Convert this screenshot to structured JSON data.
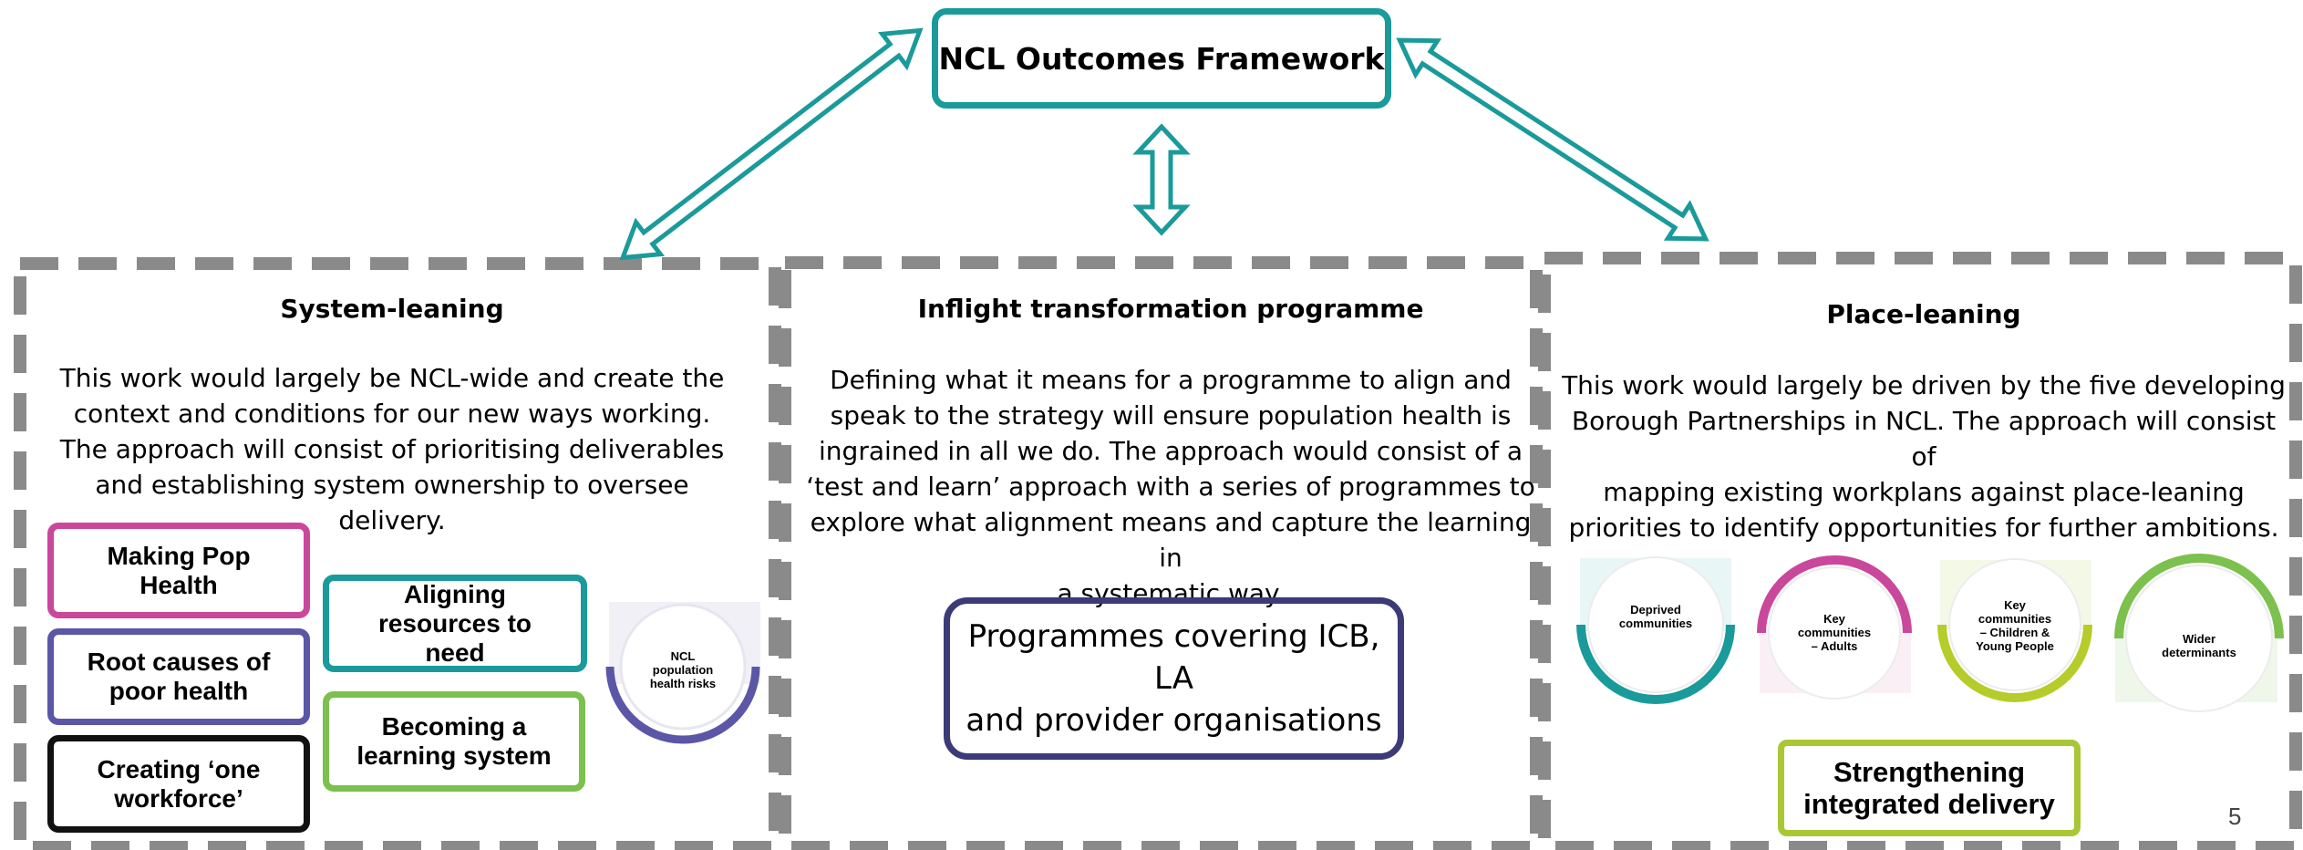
{
  "header": {
    "framework_title": "NCL Outcomes Framework"
  },
  "panels": {
    "left": {
      "title": "System-leaning",
      "body_lines": [
        "This work would largely be NCL-wide and create the",
        "context and conditions for our new ways working.",
        "The approach will consist of prioritising deliverables",
        "and establishing system ownership to oversee",
        "delivery."
      ],
      "boxes": {
        "making_pop_health": [
          "Making Pop",
          "Health"
        ],
        "root_causes": [
          "Root causes of",
          "poor health"
        ],
        "one_workforce": [
          "Creating ‘one",
          "workforce’"
        ],
        "aligning_resources": [
          "Aligning",
          "resources to",
          "need"
        ],
        "learning_system": [
          "Becoming a",
          "learning system"
        ]
      },
      "circle_label": [
        "NCL",
        "population",
        "health risks"
      ]
    },
    "middle": {
      "title": "Inflight transformation programme",
      "body_lines": [
        "Defining what it means for a programme to align and",
        "speak to the strategy will ensure population health is",
        "ingrained in all we do. The approach would consist of a",
        "‘test and learn’ approach with a series of programmes to",
        "explore what alignment means and capture the learning in",
        "a systematic way."
      ],
      "programme_box": [
        "Programmes covering ICB, LA",
        "and provider organisations"
      ]
    },
    "right": {
      "title": "Place-leaning",
      "body_lines": [
        "This work would largely be driven by the five developing",
        "Borough Partnerships in NCL. The approach will consist of",
        "mapping existing workplans against place-leaning",
        "priorities to identify opportunities for further ambitions."
      ],
      "circles": {
        "deprived": [
          "Deprived",
          "communities"
        ],
        "adults": [
          "Key",
          "communities",
          "– Adults"
        ],
        "children": [
          "Key",
          "communities",
          "– Children &",
          "Young People"
        ],
        "wider": [
          "Wider",
          "determinants"
        ]
      },
      "integrated_box": [
        "Strengthening",
        "integrated delivery"
      ]
    }
  },
  "colors": {
    "teal": "#1a9a9a",
    "grey_dash": "#8a8a8a",
    "magenta": "#c9489b",
    "indigo": "#5b56a6",
    "black": "#111111",
    "green": "#7cc04d",
    "navy": "#3d3a78",
    "lime": "#a9c735"
  },
  "page_number": "5"
}
